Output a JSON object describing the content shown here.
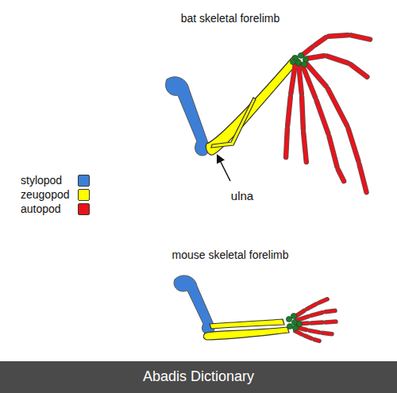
{
  "diagram": {
    "labels": [
      "bat skeletal forelimb",
      "ulna",
      "mouse skeletal forelimb",
      "Abadis Dictionary"
    ],
    "legend": [
      {
        "text": "stylopod",
        "color": "#3d7fd6"
      },
      {
        "text": "zeugopod",
        "color": "#ffff00"
      },
      {
        "text": "autopod",
        "color": "#e8141b"
      }
    ]
  }
}
